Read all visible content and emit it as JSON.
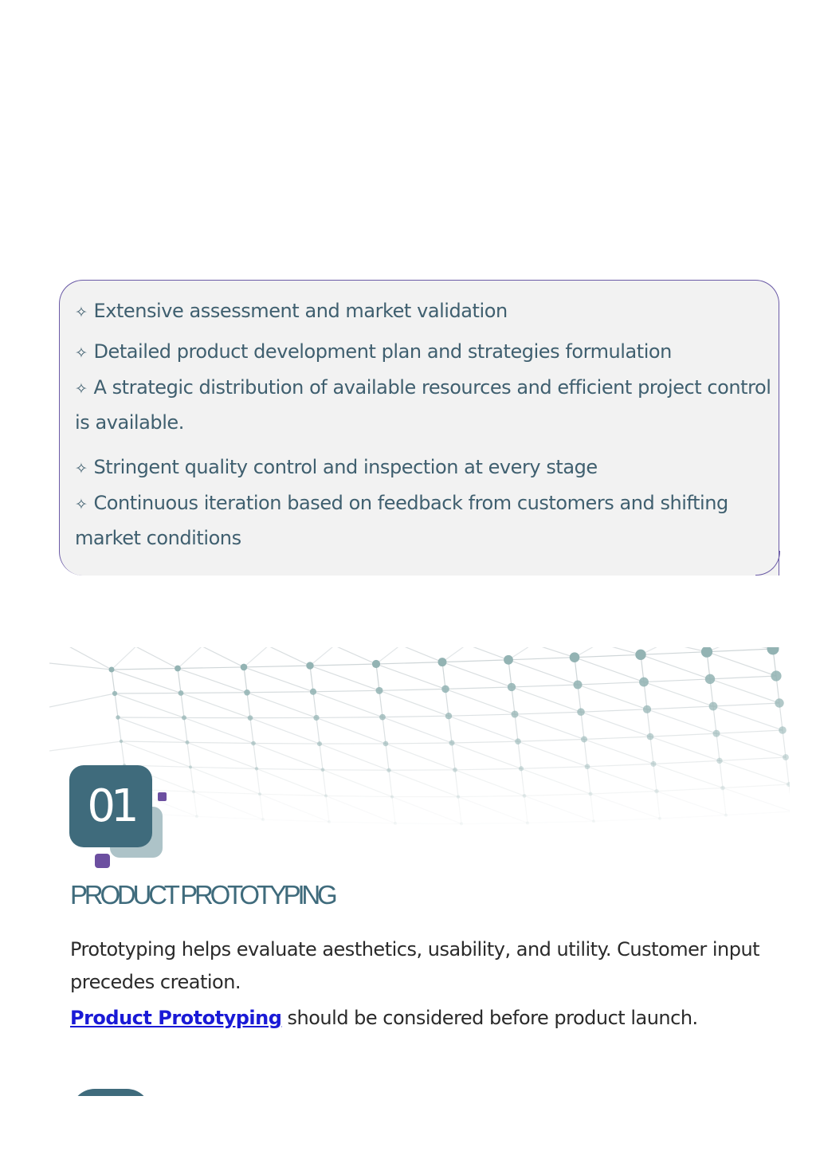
{
  "features": {
    "star_glyph": "✧",
    "items": [
      "Extensive assessment and market validation",
      "Detailed product development plan and strategies formulation",
      "A strategic distribution of available resources and efficient project control",
      "is available.",
      "Stringent quality control and inspection at every stage",
      "Continuous iteration based on feedback from customers and shifting",
      "market conditions"
    ]
  },
  "section": {
    "number": "01",
    "title": "PRODUCT PROTOTYPING",
    "paragraph_line1": "Prototyping helps evaluate aesthetics, usability, and utility. Customer input",
    "paragraph_line2": "precedes creation.",
    "link_text": "Product Prototyping",
    "link_suffix": " should be considered before product launch."
  },
  "colors": {
    "accent_teal": "#3f6b7c",
    "accent_purple": "#6c4fa0",
    "text_teal": "#3f5f6f",
    "link_blue": "#1a1ad6"
  }
}
